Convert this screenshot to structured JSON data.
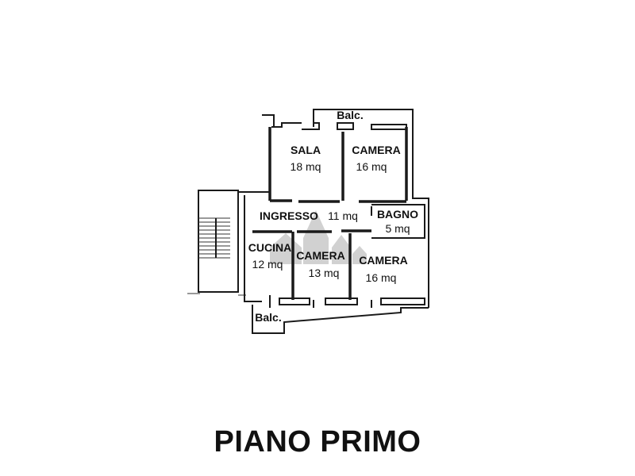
{
  "title": "PIANO PRIMO",
  "rooms": [
    {
      "name": "SALA",
      "area": "18 mq"
    },
    {
      "name": "CAMERA",
      "area": "16 mq"
    },
    {
      "name": "INGRESSO",
      "area": "11 mq"
    },
    {
      "name": "BAGNO",
      "area": "5 mq"
    },
    {
      "name": "CUCINA",
      "area": "12 mq"
    },
    {
      "name": "CAMERA",
      "area": "13 mq"
    },
    {
      "name": "CAMERA",
      "area": "16 mq"
    }
  ],
  "balconies": [
    "Balc.",
    "Balc."
  ],
  "colors": {
    "ink": "#1a1a1a",
    "watermark": "#9a9a9a"
  }
}
